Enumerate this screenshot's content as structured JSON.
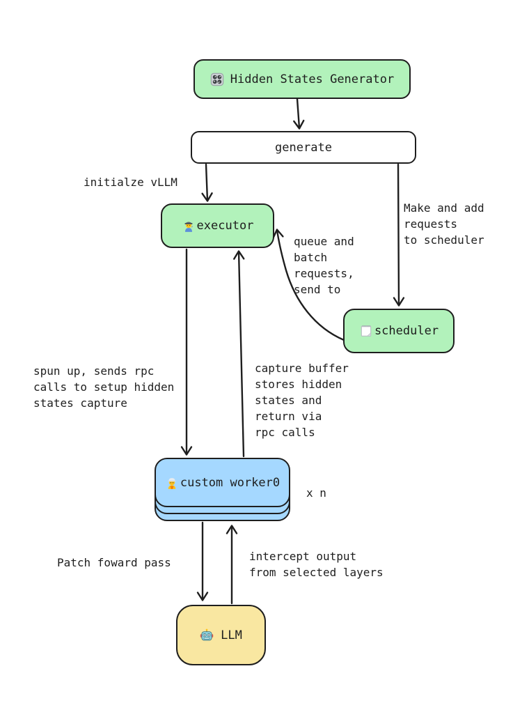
{
  "diagram": {
    "background_color": "#ffffff",
    "stroke_color": "#1e1e1e",
    "colors": {
      "node_green": "#b2f2bb",
      "node_blue": "#a5d8ff",
      "node_yellow": "#f9e7a1",
      "node_white": "#ffffff"
    },
    "nodes": {
      "generator": {
        "icon": "control-knobs",
        "label": "Hidden States Generator"
      },
      "generate": {
        "label": "generate"
      },
      "executor": {
        "icon": "factory-worker",
        "label": "executor"
      },
      "scheduler": {
        "icon": "notepad",
        "label": "scheduler"
      },
      "worker": {
        "icon": "construction-worker",
        "label": "custom worker0",
        "multiplier": "x n"
      },
      "llm": {
        "icon": "robot",
        "label": "LLM"
      }
    },
    "edge_labels": {
      "initialize_vllm": "initialze vLLM",
      "make_requests": "Make and add\nrequests\nto scheduler",
      "queue_batch": "queue and\nbatch\nrequests,\nsend to",
      "spun_up": "spun up, sends rpc\ncalls to setup hidden\nstates capture",
      "capture_buffer": "capture buffer\nstores hidden\nstates and\nreturn via\nrpc calls",
      "patch_forward": "Patch foward pass",
      "intercept_output": "intercept output\nfrom selected layers"
    }
  }
}
